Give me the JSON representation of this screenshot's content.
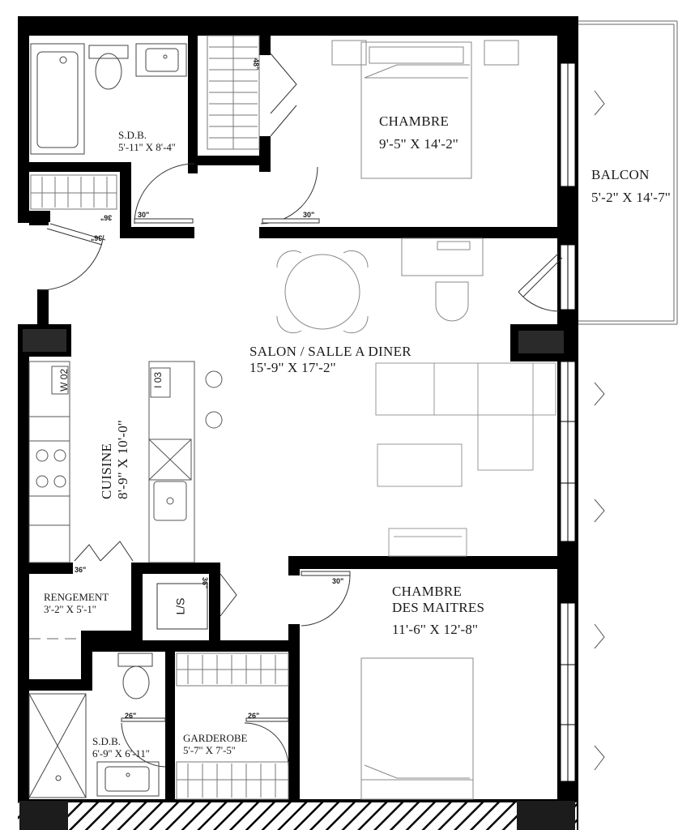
{
  "rooms": {
    "sdb1": {
      "name": "S.D.B.",
      "dims": "5'-11'' X 8'-4''"
    },
    "chambre": {
      "name": "CHAMBRE",
      "dims": "9'-5'' X 14'-2''"
    },
    "balcon": {
      "name": "BALCON",
      "dims": "5'-2'' X 14'-7''"
    },
    "salon": {
      "name": "SALON / SALLE A DINER",
      "dims": "15'-9'' X  17'-2''"
    },
    "cuisine": {
      "name": "CUISINE",
      "dims": "8'-9'' X 10'-0''"
    },
    "rengement": {
      "name": "RENGEMENT",
      "dims": "3'-2'' X 5'-1''"
    },
    "maitres": {
      "name": "CHAMBRE",
      "name2": "DES MAITRES",
      "dims": "11'-6'' X 12'-8''"
    },
    "sdb2": {
      "name": "S.D.B.",
      "dims": "6'-9'' X 6'-11''"
    },
    "garderobe": {
      "name": "GARDEROBE",
      "dims": "5'-7'' X 7'-5''"
    }
  },
  "door_widths": {
    "closet_chambre": "48\"",
    "sdb1_door": "30\"",
    "chambre_door": "30\"",
    "closet_entry_a": "36\"",
    "closet_entry_b": "36\"",
    "cuisine_pantry": "36\"",
    "laundry": "36\"",
    "maitres_door": "30\"",
    "sdb2_door": "26\"",
    "garderobe_door": "26\""
  },
  "appliance_tags": {
    "washer": "W 02",
    "dishwasher": "I 03",
    "laundry": "L/S"
  },
  "colors": {
    "wall": "#000000",
    "column": "#1c1c1c",
    "line": "#333333",
    "furniture": "#8a8a8a"
  }
}
